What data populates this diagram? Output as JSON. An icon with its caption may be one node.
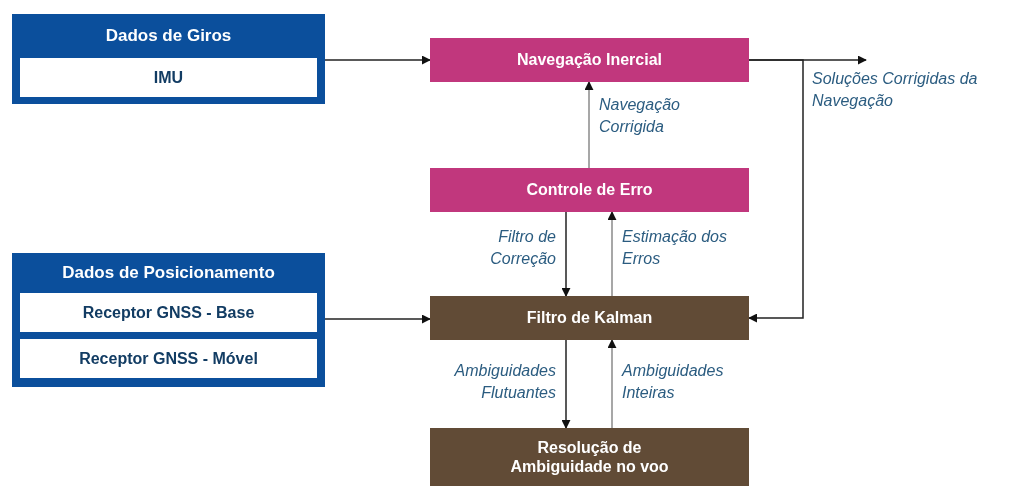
{
  "diagram": {
    "nodes": [
      {
        "text": [
          "Dados de Giros"
        ]
      },
      {
        "text": [
          "IMU"
        ],
        "in": 0
      },
      {
        "text": [
          "Navegação Inercial"
        ]
      },
      {
        "text": [
          "Controle de Erro"
        ]
      },
      {
        "text": [
          "Dados de Posicionamento"
        ]
      },
      {
        "text": [
          "Receptor GNSS - Base"
        ],
        "in": 4
      },
      {
        "text": [
          "Receptor GNSS - Móvel"
        ],
        "in": 4
      },
      {
        "text": [
          "Filtro de Kalman"
        ]
      },
      {
        "text": [
          "Resolução de Ambiguidade no voo"
        ]
      }
    ],
    "edges": [
      {
        "from": 0,
        "to": 2,
        "arrow": "to"
      },
      {
        "from": 3,
        "to": 2,
        "arrow": "to",
        "label": "Navegação Corrigida",
        "color": "#8a8a8a"
      },
      {
        "from": 3,
        "to": 7,
        "arrow": "to",
        "label": "Filtro de Correção"
      },
      {
        "from": 7,
        "to": 3,
        "arrow": "to",
        "label": "Estimação dos Erros",
        "color": "#8a8a8a"
      },
      {
        "from": 4,
        "to": 7,
        "arrow": "to"
      },
      {
        "from": 2,
        "to": null,
        "arrow": "to",
        "label": "Soluções Corrigidas da Navegação"
      },
      {
        "from": 2,
        "to": 7,
        "arrow": "to"
      },
      {
        "from": 7,
        "to": 8,
        "arrow": "to",
        "label": "Ambiguidades Flutuantes"
      },
      {
        "from": 8,
        "to": 7,
        "arrow": "to",
        "label": "Ambiguidades Inteiras",
        "color": "#8a8a8a"
      }
    ]
  }
}
